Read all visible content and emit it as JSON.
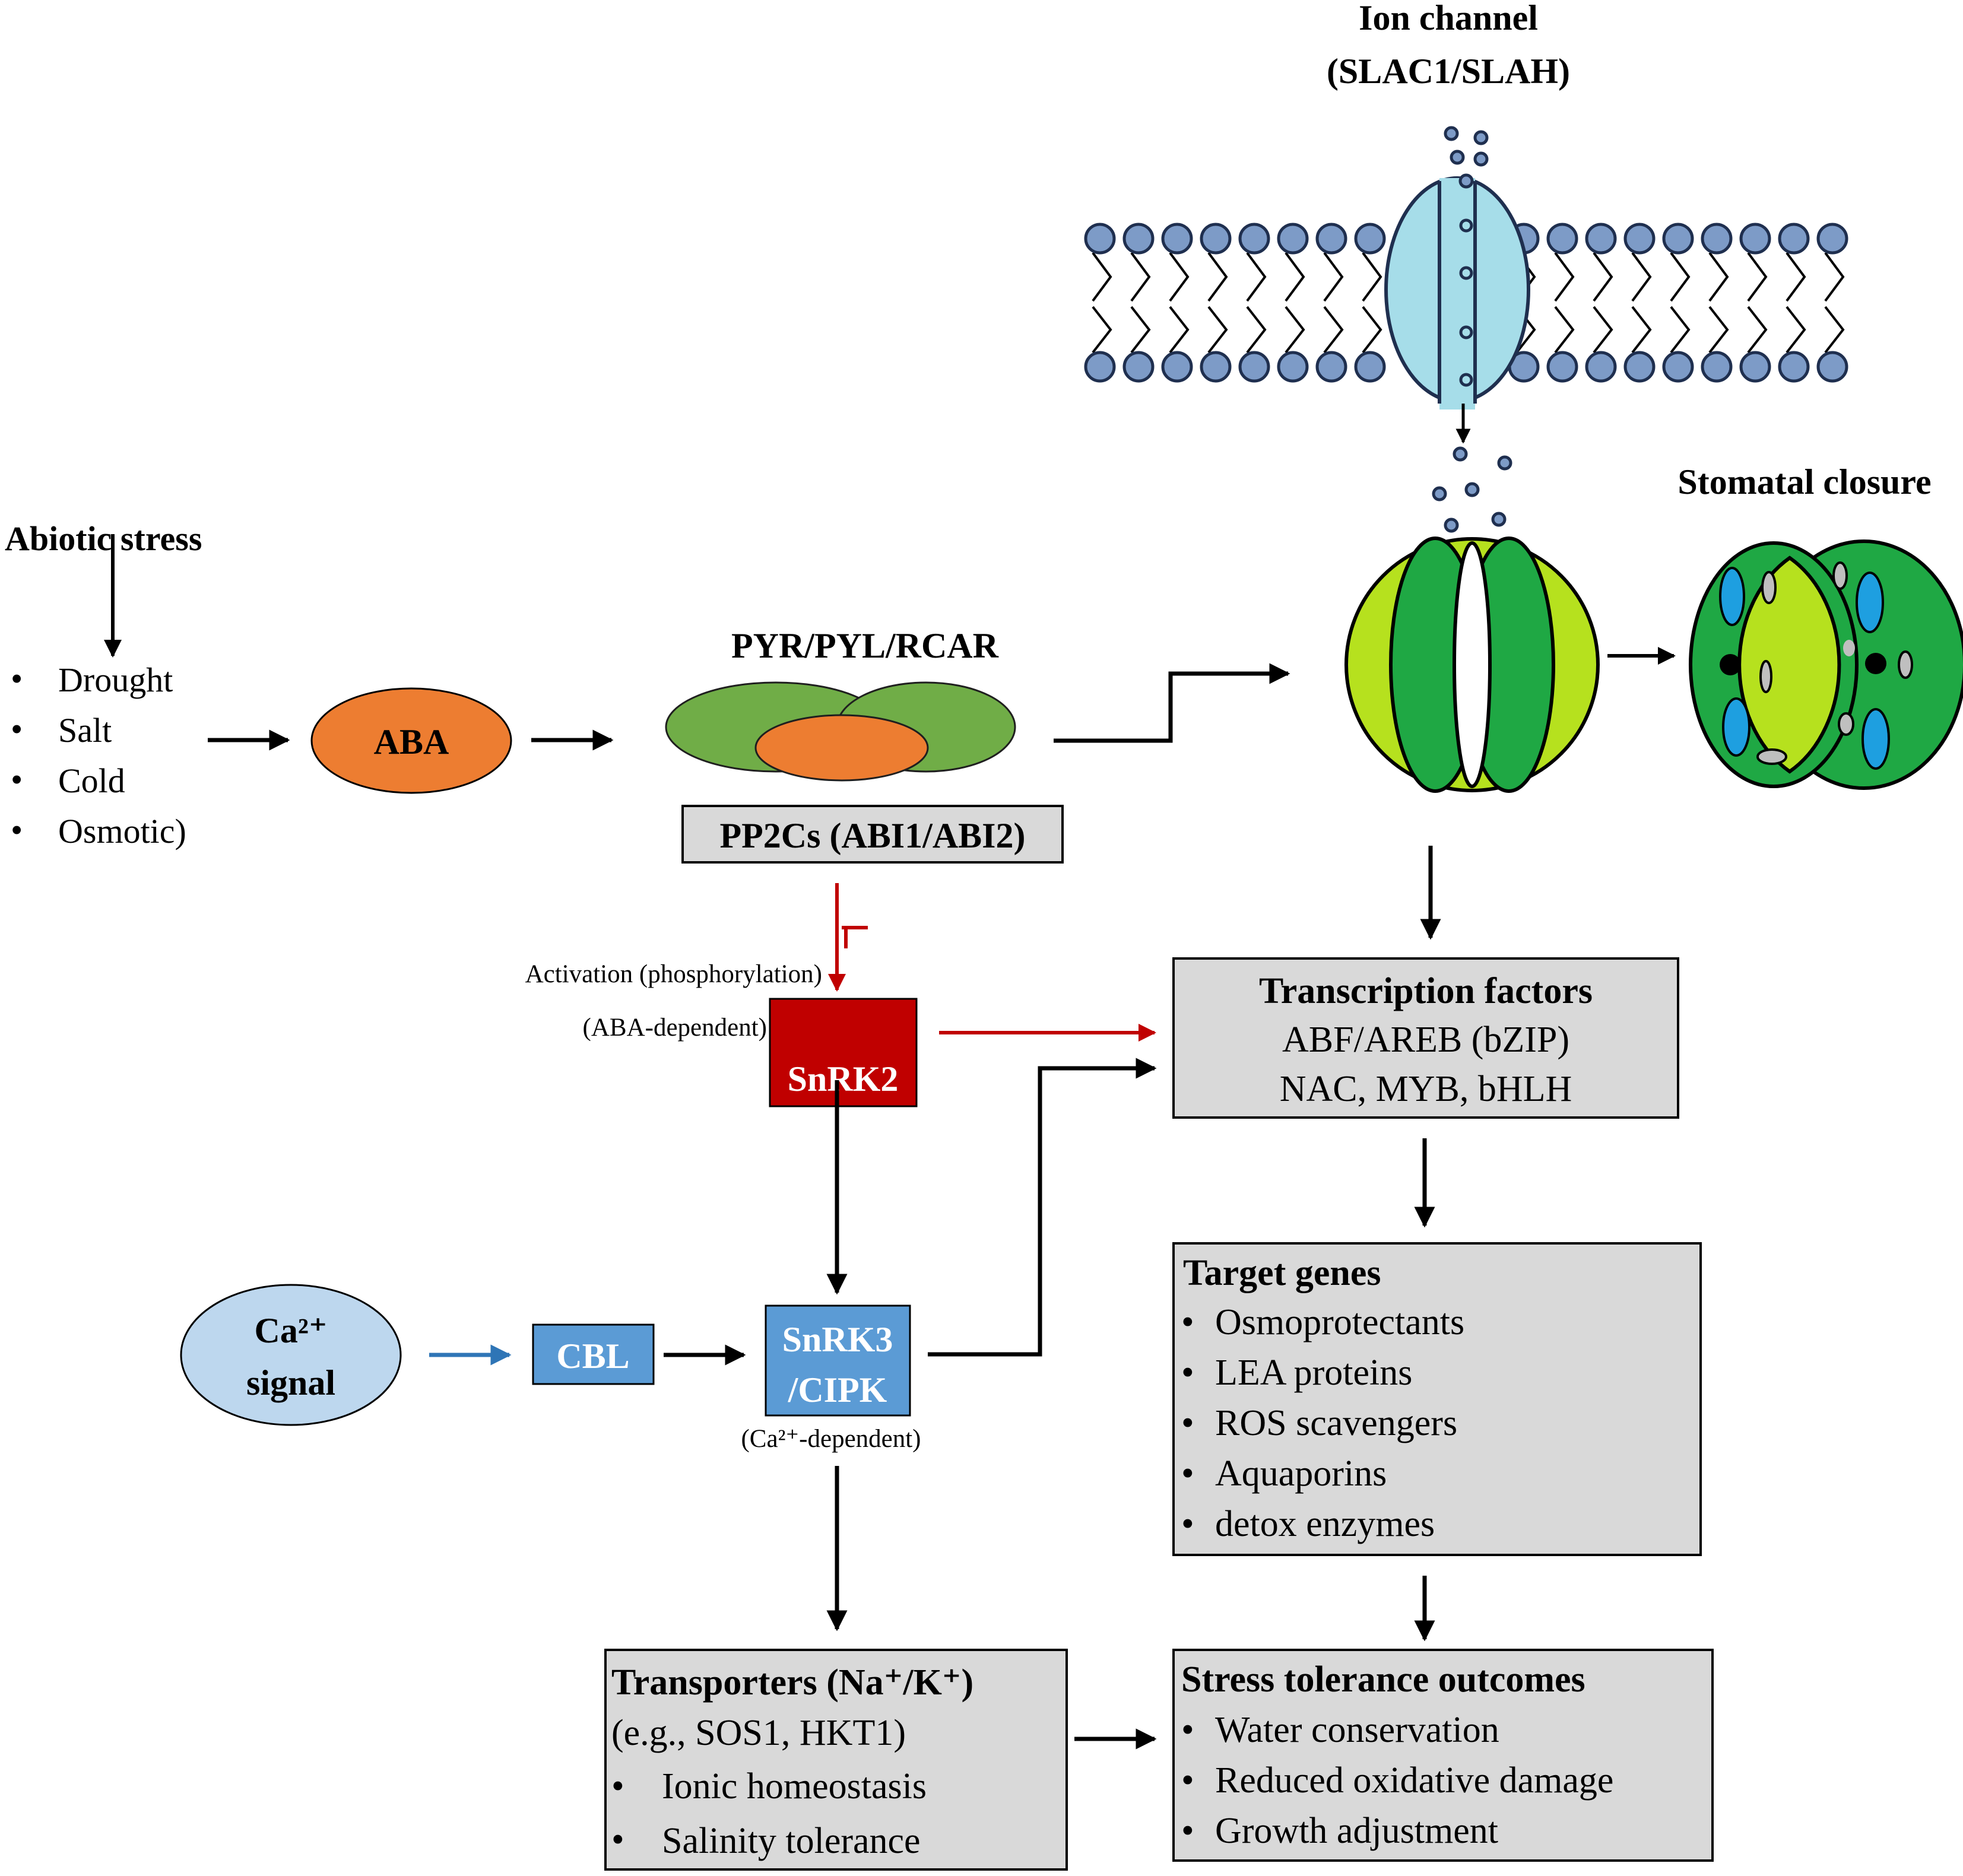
{
  "ion_channel": {
    "title_line1": "Ion channel",
    "title_line2": "(SLAC1/SLAH)"
  },
  "stomatal_closure_label": "Stomatal closure",
  "abiotic": {
    "title": "Abiotic stress",
    "items": [
      "Drought",
      "Salt",
      "Cold",
      "Osmotic)"
    ]
  },
  "aba_label": "ABA",
  "receptor_label": "PYR/PYL/RCAR",
  "pp2c_label": "PP2Cs (ABI1/ABI2)",
  "activation_label": "Activation (phosphorylation)",
  "aba_dependent_label": "(ABA-dependent)",
  "snrk2_label": "SnRK2",
  "tf": {
    "title": "Transcription factors",
    "line1": "ABF/AREB (bZIP)",
    "line2": "NAC, MYB, bHLH"
  },
  "target_genes": {
    "title": "Target genes",
    "items": [
      "Osmoprotectants",
      "LEA proteins",
      "ROS scavengers",
      "Aquaporins",
      "detox enzymes"
    ]
  },
  "ca_signal": {
    "line1": "Ca²⁺",
    "line2": "signal"
  },
  "cbl_label": "CBL",
  "snrk3": {
    "line1": "SnRK3",
    "line2": "/CIPK"
  },
  "ca_dependent_label": "(Ca²⁺-dependent)",
  "transporters": {
    "title": "Transporters (Na⁺/K⁺)",
    "subtitle": "(e.g., SOS1, HKT1)",
    "items": [
      "Ionic homeostasis",
      "Salinity tolerance"
    ]
  },
  "outcomes": {
    "title": "Stress tolerance outcomes",
    "items": [
      "Water conservation",
      "Reduced oxidative damage",
      "Growth adjustment"
    ]
  },
  "bullet_char": "•",
  "colors": {
    "aba_orange": "#ED7D31",
    "receptor_green": "#70AD47",
    "snrk2_red": "#C00000",
    "inhibition_red": "#C00000",
    "ca_blue": "#BDD7EE",
    "cip_blue": "#5B9BD5",
    "cbl_arrow_blue": "#2E75B6",
    "box_gray": "#D9D9D9",
    "channel_blue": "#A6DDE9",
    "lipid_head": "#7D9BC7",
    "guard_light": "#B6E11E",
    "guard_dark": "#1FA844",
    "vacuole_blue": "#1E9FE0",
    "text_black": "#000000"
  }
}
